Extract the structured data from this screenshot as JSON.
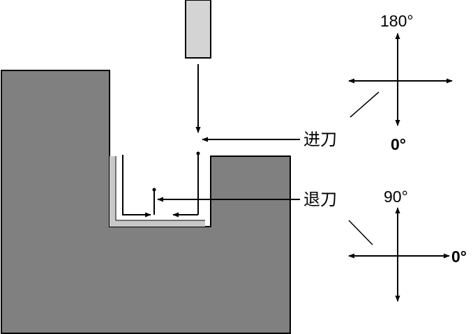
{
  "labels": {
    "feed_in": "进刀",
    "retract": "退刀"
  },
  "upper_compass": {
    "top_label": "180°",
    "bottom_label": "0°"
  },
  "lower_compass": {
    "top_label": "90°",
    "right_label": "0°"
  },
  "colors": {
    "workpiece_fill": "#808080",
    "allowance_fill": "#c8c8c8",
    "tool_fill": "#d4d4d4",
    "stroke": "#000000"
  }
}
